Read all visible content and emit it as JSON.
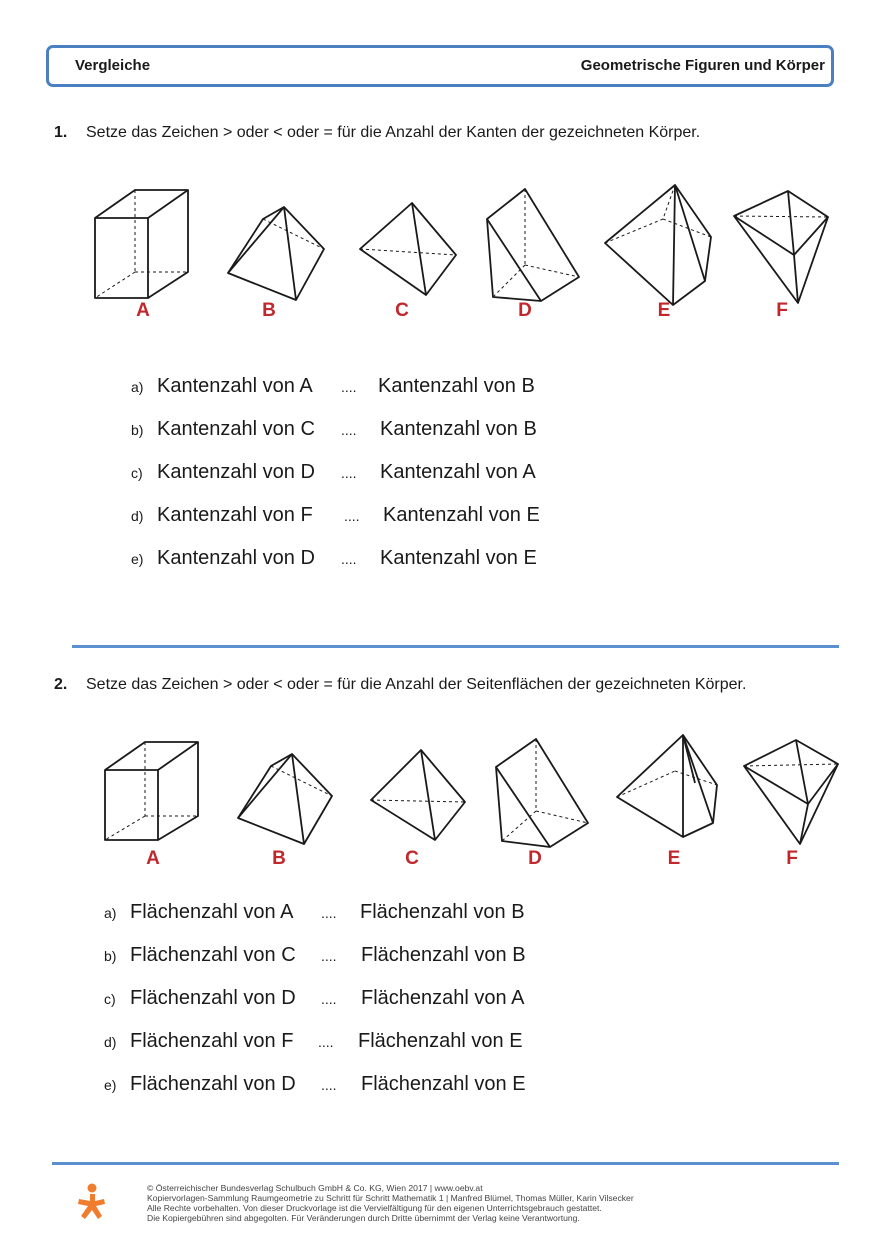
{
  "header": {
    "left": "Vergleiche",
    "right": "Geometrische Figuren und Körper"
  },
  "task1": {
    "number": "1.",
    "text": "Setze das Zeichen > oder < oder = für die Anzahl der Kanten der gezeichneten Körper.",
    "figure_labels": [
      "A",
      "B",
      "C",
      "D",
      "E",
      "F"
    ],
    "items": [
      {
        "letter": "a)",
        "left": "Kantenzahl von A",
        "dots": "....",
        "right": "Kantenzahl von B"
      },
      {
        "letter": "b)",
        "left": "Kantenzahl von C",
        "dots": "....",
        "right": "Kantenzahl von B"
      },
      {
        "letter": "c)",
        "left": "Kantenzahl von D",
        "dots": "....",
        "right": "Kantenzahl von A"
      },
      {
        "letter": "d)",
        "left": "Kantenzahl von F",
        "dots": "....",
        "right": "Kantenzahl von E"
      },
      {
        "letter": "e)",
        "left": "Kantenzahl von D",
        "dots": "....",
        "right": "Kantenzahl von E"
      }
    ]
  },
  "task2": {
    "number": "2.",
    "text": "Setze das Zeichen > oder < oder = für die Anzahl der Seitenflächen der gezeichneten Körper.",
    "figure_labels": [
      "A",
      "B",
      "C",
      "D",
      "E",
      "F"
    ],
    "items": [
      {
        "letter": "a)",
        "left": "Flächenzahl von A",
        "dots": "....",
        "right": "Flächenzahl von B"
      },
      {
        "letter": "b)",
        "left": "Flächenzahl von C",
        "dots": "....",
        "right": "Flächenzahl von B"
      },
      {
        "letter": "c)",
        "left": "Flächenzahl von D",
        "dots": "....",
        "right": "Flächenzahl von A"
      },
      {
        "letter": "d)",
        "left": "Flächenzahl von F",
        "dots": "....",
        "right": "Flächenzahl von E"
      },
      {
        "letter": "e)",
        "left": "Flächenzahl von D",
        "dots": "....",
        "right": "Flächenzahl von E"
      }
    ]
  },
  "footer": {
    "lines": [
      "© Österreichischer Bundesverlag Schulbuch GmbH & Co. KG, Wien 2017 | www.oebv.at",
      "Kopiervorlagen-Sammlung Raumgeometrie zu Schritt für Schritt Mathematik 1 | Manfred Blümel, Thomas Müller, Karin Vilsecker",
      "Alle Rechte vorbehalten. Von dieser Druckvorlage ist die Vervielfältigung für den eigenen Unterrichtsgebrauch gestattet.",
      "Die Kopiergebühren sind abgegolten. Für Veränderungen durch Dritte übernimmt der Verlag keine Verantwortung."
    ],
    "logo_color": "#f07d2e"
  },
  "colors": {
    "accent": "#4a7fc1",
    "label_red": "#c0282d"
  }
}
